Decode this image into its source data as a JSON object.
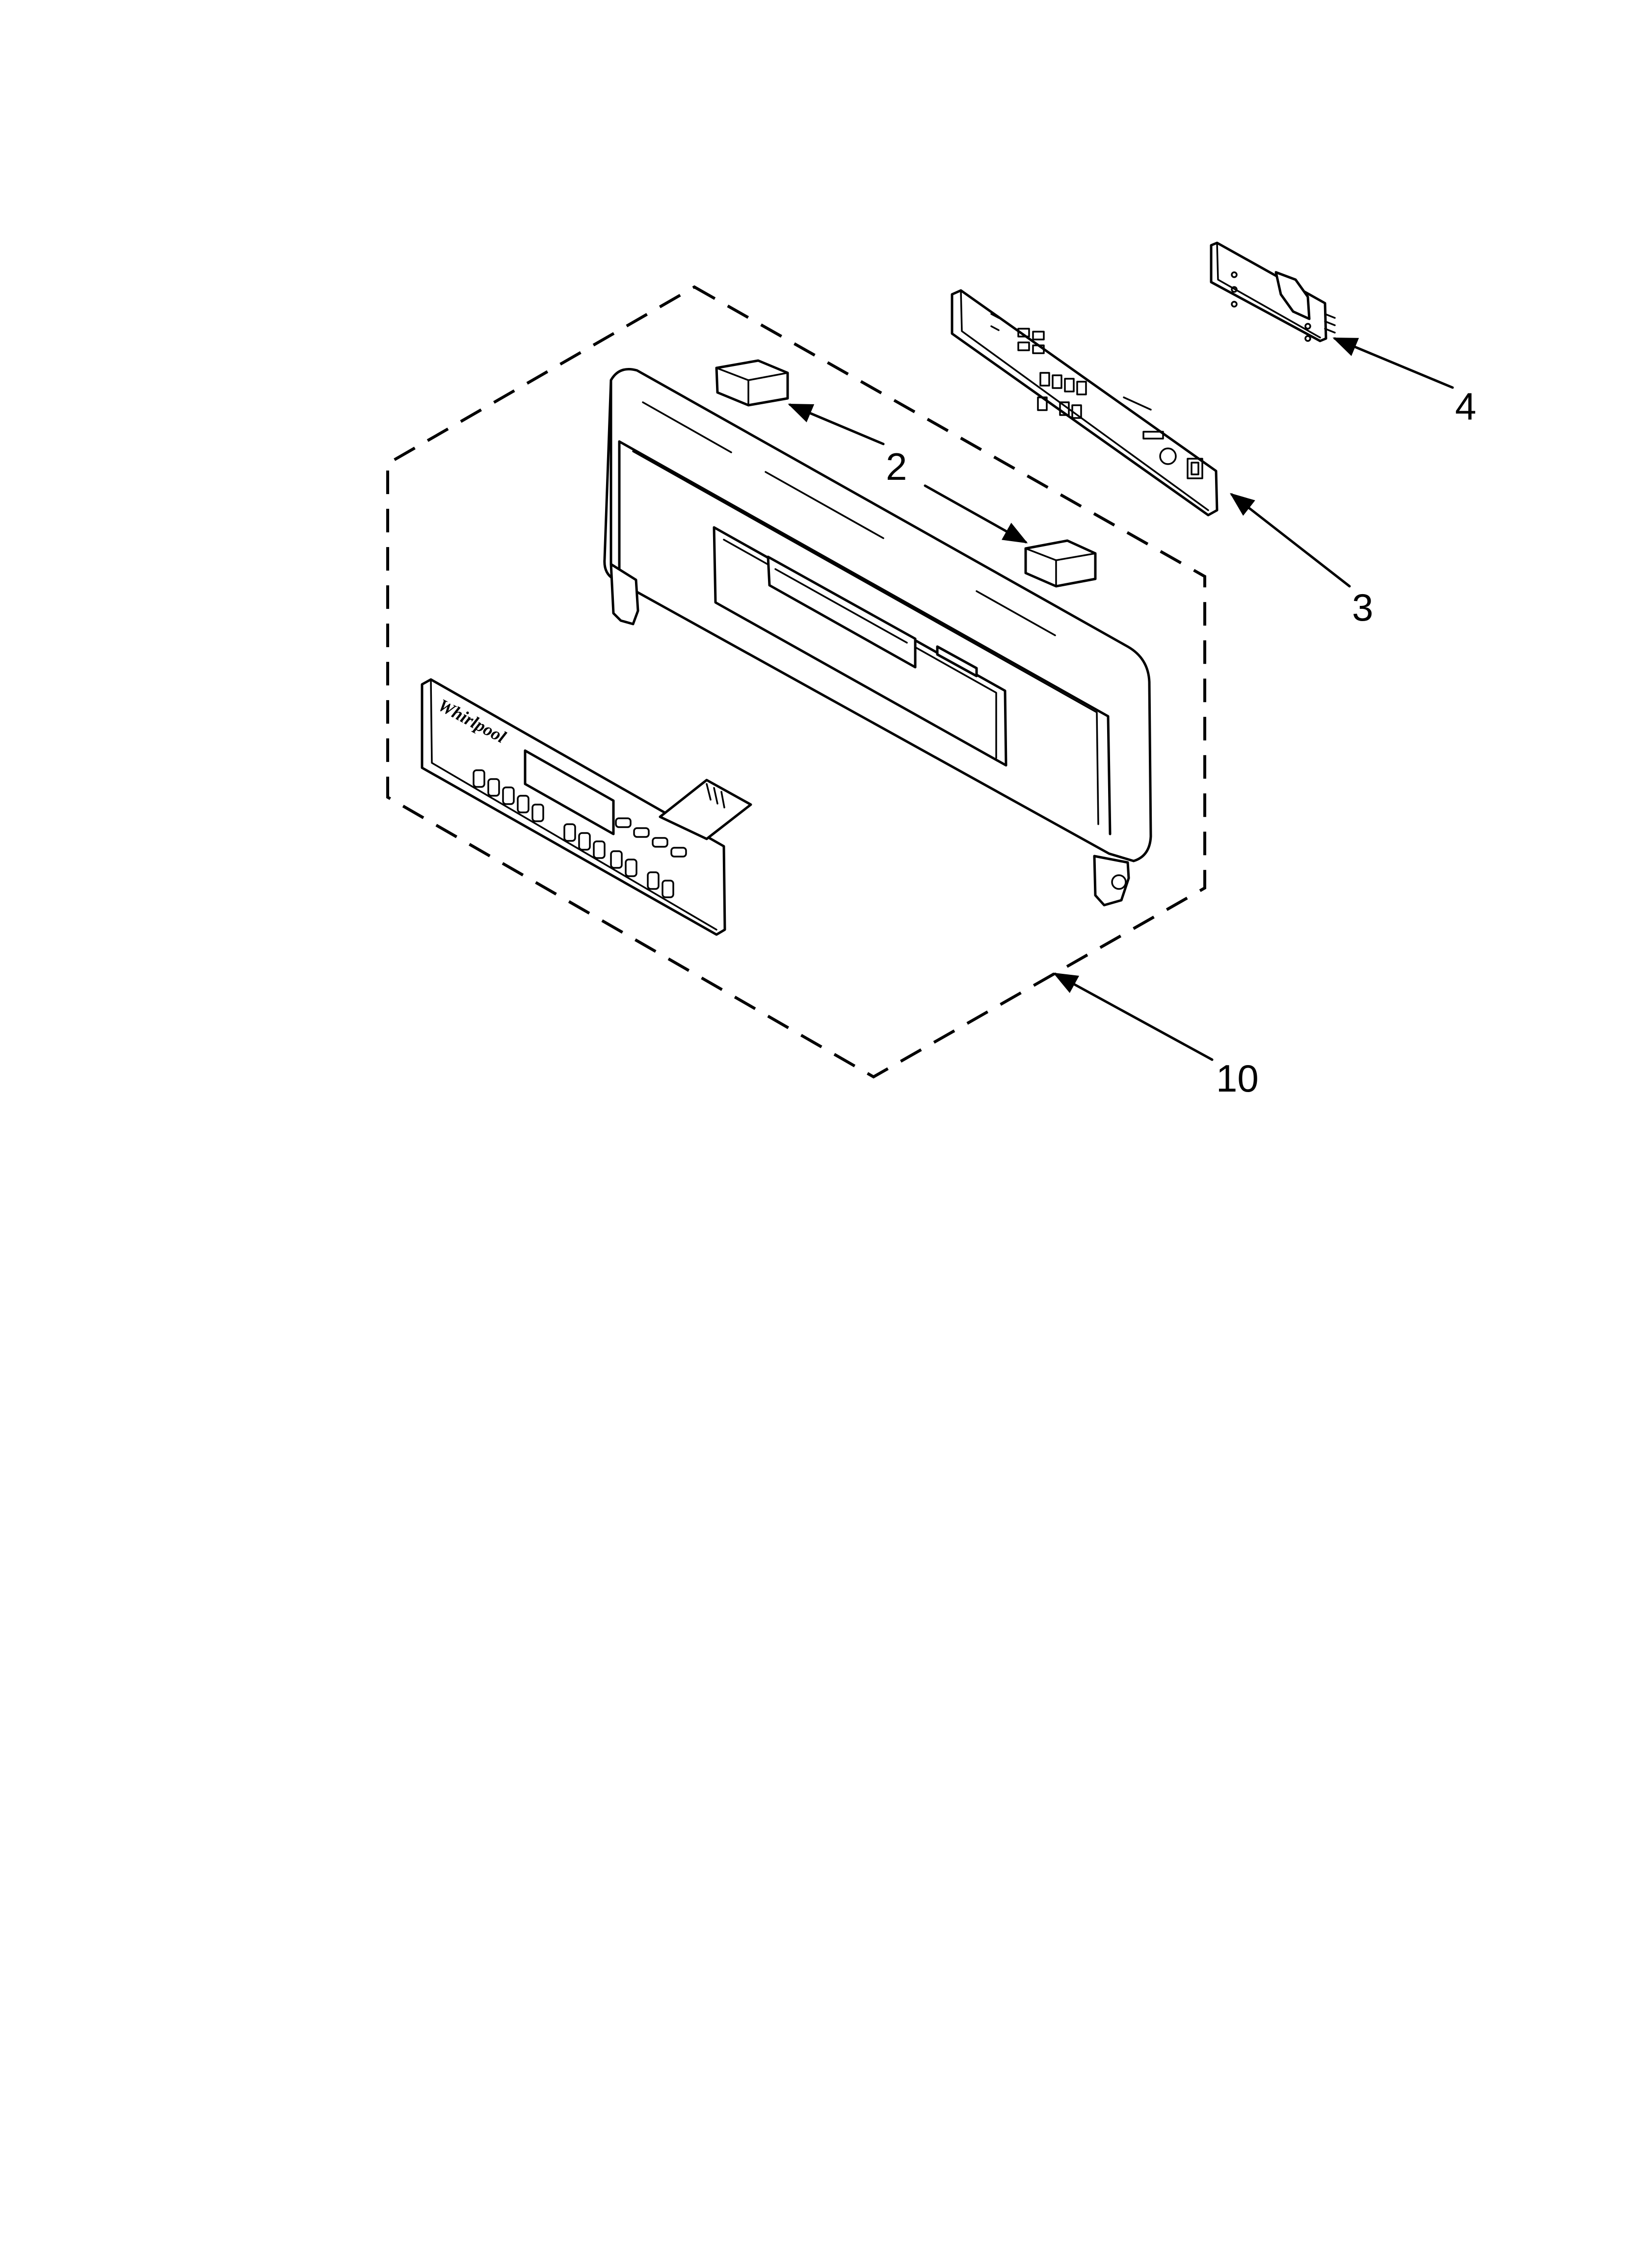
{
  "diagram": {
    "callouts": [
      {
        "id": "2",
        "label": "2"
      },
      {
        "id": "3",
        "label": "3"
      },
      {
        "id": "4",
        "label": "4"
      },
      {
        "id": "10",
        "label": "10"
      }
    ],
    "brand_logo": "Whirlpool",
    "colors": {
      "line": "#000000",
      "background": "#ffffff"
    }
  }
}
